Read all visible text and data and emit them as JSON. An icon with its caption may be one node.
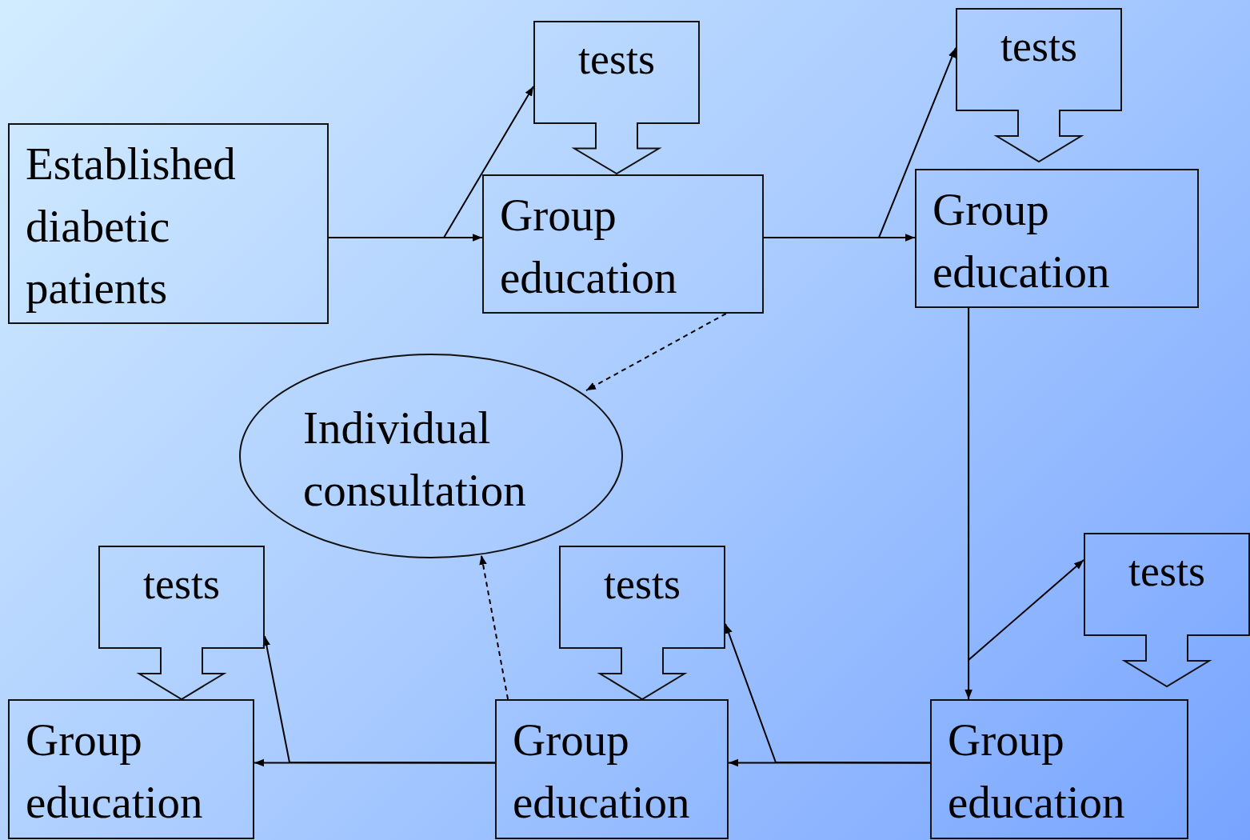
{
  "diagram": {
    "nodes": [
      {
        "text": [
          "Established diabetic patients"
        ]
      },
      {
        "text": [
          "tests"
        ]
      },
      {
        "text": [
          "Group education"
        ]
      },
      {
        "text": [
          "tests"
        ]
      },
      {
        "text": [
          "Group education"
        ]
      },
      {
        "text": [
          "Individual consultation"
        ]
      },
      {
        "text": [
          "tests"
        ]
      },
      {
        "text": [
          "tests"
        ]
      },
      {
        "text": [
          "tests"
        ]
      },
      {
        "text": [
          "Group education"
        ]
      },
      {
        "text": [
          "Group education"
        ]
      },
      {
        "text": [
          "Group education"
        ]
      }
    ],
    "edges": [
      {
        "from": 0,
        "to": 2,
        "arrow": "to"
      },
      {
        "from": 0,
        "to": 1,
        "arrow": "to"
      },
      {
        "from": 2,
        "to": 4,
        "arrow": "to"
      },
      {
        "from": 2,
        "to": 3,
        "arrow": "to"
      },
      {
        "from": 2,
        "to": 5,
        "arrow": "to",
        "style": "dashed"
      },
      {
        "from": 4,
        "to": 11,
        "arrow": "to"
      },
      {
        "from": 4,
        "to": 8,
        "arrow": "to"
      },
      {
        "from": 11,
        "to": 10,
        "arrow": "to"
      },
      {
        "from": 11,
        "to": 7,
        "arrow": "to"
      },
      {
        "from": 10,
        "to": 9,
        "arrow": "to"
      },
      {
        "from": 10,
        "to": 6,
        "arrow": "to"
      },
      {
        "from": 10,
        "to": 5,
        "arrow": "to",
        "style": "dashed"
      }
    ]
  }
}
